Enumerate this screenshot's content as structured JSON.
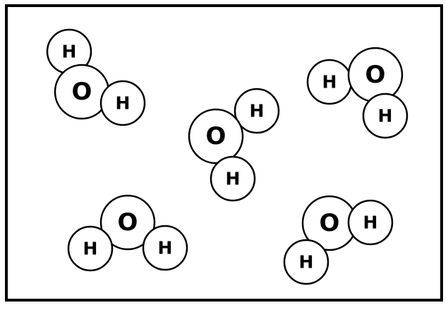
{
  "diagram": {
    "molecules": [
      {
        "atoms": [
          {
            "element": "H"
          },
          {
            "element": "O"
          },
          {
            "element": "H"
          }
        ]
      },
      {
        "atoms": [
          {
            "element": "H"
          },
          {
            "element": "O"
          },
          {
            "element": "H"
          }
        ]
      },
      {
        "atoms": [
          {
            "element": "H"
          },
          {
            "element": "O"
          },
          {
            "element": "H"
          }
        ]
      },
      {
        "atoms": [
          {
            "element": "H"
          },
          {
            "element": "O"
          },
          {
            "element": "H"
          }
        ]
      },
      {
        "atoms": [
          {
            "element": "H"
          },
          {
            "element": "O"
          },
          {
            "element": "H"
          }
        ]
      }
    ]
  }
}
